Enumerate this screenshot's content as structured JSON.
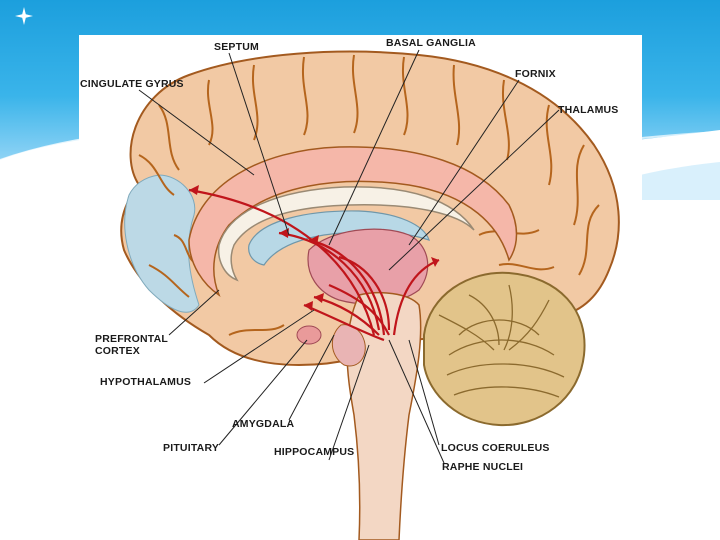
{
  "slide": {
    "accent_color": "#1ea3e0",
    "icon": "star-icon"
  },
  "figure": {
    "labels": {
      "septum": "SEPTUM",
      "basal_ganglia": "BASAL GANGLIA",
      "cingulate_gyrus": "CINGULATE GYRUS",
      "fornix": "FORNIX",
      "thalamus": "THALAMUS",
      "prefrontal_cortex": "PREFRONTAL\nCORTEX",
      "hypothalamus": "HYPOTHALAMUS",
      "amygdala": "AMYGDALA",
      "pituitary": "PITUITARY",
      "hippocampus": "HIPPOCAMPUS",
      "locus_coeruleus": "LOCUS COERULEUS",
      "raphe_nuclei": "RAPHE NUCLEI"
    },
    "colors": {
      "cortex": "#f2c9a4",
      "gyri_lines": "#b5651d",
      "blue_region": "#b8d8e6",
      "pink_region": "#e8a0a8",
      "pathways": "#c0151b",
      "cerebellum": "#e2c48a"
    }
  }
}
